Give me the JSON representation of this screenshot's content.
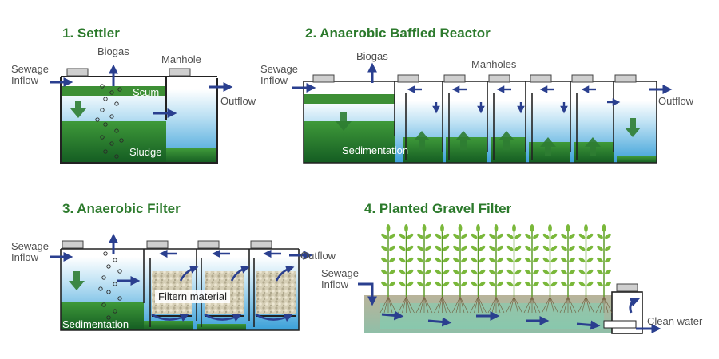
{
  "colors": {
    "title_green": "#2c7a2c",
    "sludge_green": "#1f6e2a",
    "water_blue": "#5fb2dd",
    "arrow_navy": "#2a3f8f",
    "plant_green": "#7ab83a",
    "tank_outline": "#222222",
    "filter_gravel": "#cfc7ad"
  },
  "icons": [
    "flow-arrow-icon",
    "gas-bubble-icon",
    "plant-icon"
  ],
  "settler": {
    "title": "1. Settler",
    "sewage_inflow": [
      "Sewage",
      "Inflow"
    ],
    "biogas": "Biogas",
    "manhole": "Manhole",
    "outflow": "Outflow",
    "scum": "Scum",
    "sludge": "Sludge"
  },
  "abr": {
    "title": "2. Anaerobic Baffled Reactor",
    "sewage_inflow": [
      "Sewage",
      "Inflow"
    ],
    "biogas": "Biogas",
    "manholes": "Manholes",
    "outflow": "Outflow",
    "sedimentation": "Sedimentation"
  },
  "af": {
    "title": "3. Anaerobic Filter",
    "sewage_inflow": [
      "Sewage",
      "Inflow"
    ],
    "outflow": "Outflow",
    "filter_material": "Filtern material",
    "sedimentation": "Sedimentation"
  },
  "pgf": {
    "title": "4. Planted Gravel Filter",
    "sewage_inflow": [
      "Sewage",
      "Inflow"
    ],
    "clean_water": "Clean water"
  }
}
